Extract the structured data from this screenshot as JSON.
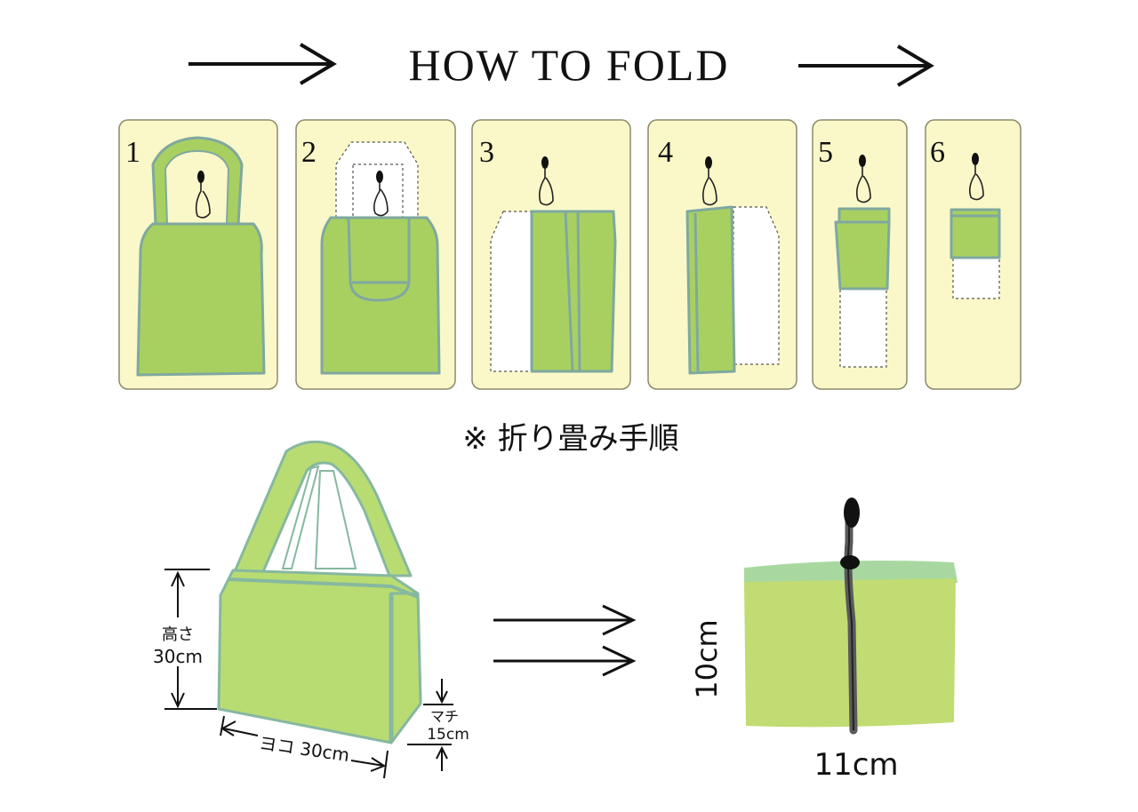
{
  "title": "HOW TO FOLD",
  "steps": [
    "1",
    "2",
    "3",
    "4",
    "5",
    "6"
  ],
  "caption": "※ 折り畳み手順",
  "dimensions": {
    "height_label": "高さ",
    "height_value": "30cm",
    "width_label": "ヨコ 30cm",
    "gusset_label": "マチ",
    "gusset_value": "15cm",
    "folded_height": "10cm",
    "folded_width": "11cm"
  },
  "colors": {
    "panel": "#faf8c8",
    "bag_green": "#a8d060",
    "trim": "#7fa8a0"
  }
}
